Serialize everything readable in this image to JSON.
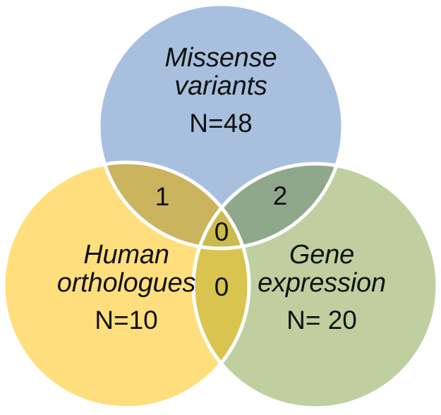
{
  "figure": {
    "type": "venn-diagram",
    "sets_count": 3,
    "background_color": "#ffffff"
  },
  "chart_data": {
    "type": "venn",
    "title": "",
    "subtitle": "",
    "xlabel": "",
    "ylabel": "",
    "legend_position": "in-circle-labels",
    "grid": false,
    "sets": [
      {
        "id": "missense_variants",
        "name": "Missense variants",
        "name_line1": "Missense",
        "name_line2": "variants",
        "count_label": "N=48",
        "count": 48,
        "color": "#a8c0de",
        "position": "top"
      },
      {
        "id": "human_orthologues",
        "name": "Human orthologues",
        "name_line1": "Human",
        "name_line2": "orthologues",
        "count_label": "N=10",
        "count": 10,
        "color": "#ffdf7d",
        "position": "bottom-left"
      },
      {
        "id": "gene_expression",
        "name": "Gene expression",
        "name_line1": "Gene",
        "name_line2": "expression",
        "count_label": "N= 20",
        "count": 20,
        "color": "#bfcf9f",
        "position": "bottom-right"
      }
    ],
    "intersections": [
      {
        "id": "missense_x_human",
        "sets": [
          "missense_variants",
          "human_orthologues"
        ],
        "label": "1",
        "value": 1,
        "color": "#cbb45e"
      },
      {
        "id": "missense_x_gene",
        "sets": [
          "missense_variants",
          "gene_expression"
        ],
        "label": "2",
        "value": 2,
        "color": "#8fa88c"
      },
      {
        "id": "missense_x_human_x_gene",
        "sets": [
          "missense_variants",
          "human_orthologues",
          "gene_expression"
        ],
        "label": "0",
        "value": 0,
        "color": "#cbbb4e"
      },
      {
        "id": "human_x_gene",
        "sets": [
          "human_orthologues",
          "gene_expression"
        ],
        "label": "0",
        "value": 0,
        "color": "#d9c44f"
      }
    ],
    "colors": {
      "missense": "#a8c0de",
      "human": "#ffdf7d",
      "gene": "#bfcf9f",
      "missense_human": "#cbb45e",
      "missense_gene": "#8fa88c",
      "human_gene": "#d9c44f",
      "all_three": "#cbbb4e",
      "outline": "#ffffff",
      "text": "#111111",
      "background": "#ffffff"
    }
  }
}
